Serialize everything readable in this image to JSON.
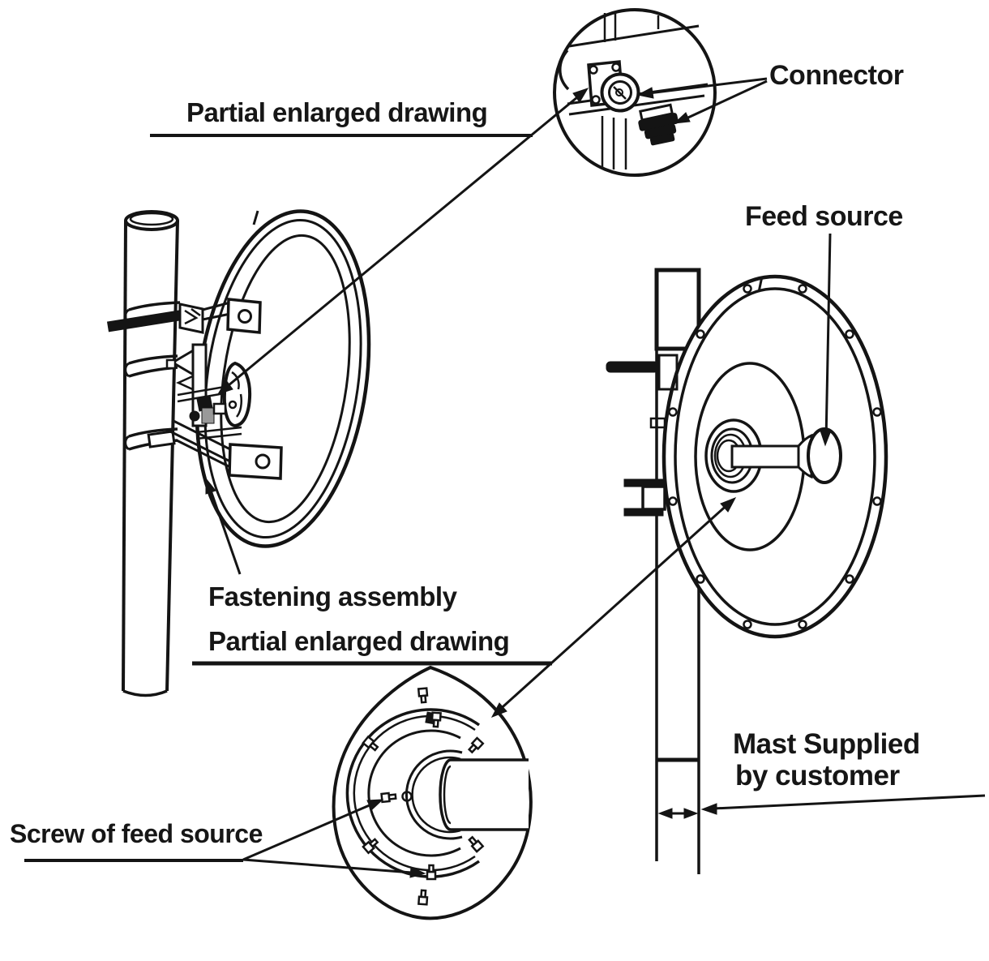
{
  "diagram": {
    "title_hint": "Antenna mast installation diagram",
    "labels": {
      "partial_top": "Partial enlarged drawing",
      "connector": "Connector",
      "feed_source": "Feed source",
      "fastening": "Fastening assembly",
      "partial_bottom": "Partial enlarged drawing",
      "screw": "Screw of feed source",
      "mast_line1": "Mast Supplied",
      "mast_line2": "by customer"
    },
    "colors": {
      "ink": "#141414",
      "paper": "#ffffff"
    }
  }
}
